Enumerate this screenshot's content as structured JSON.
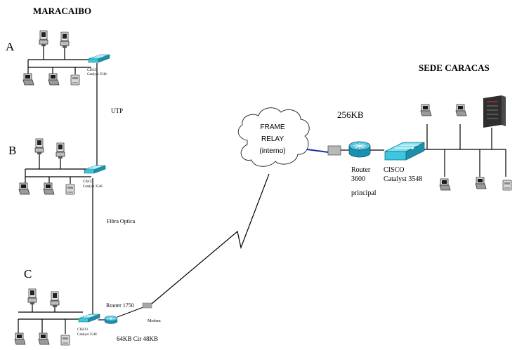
{
  "titles": {
    "maracaibo": "MARACAIBO",
    "caracas": "SEDE CARACAS"
  },
  "sites": {
    "a": "A",
    "b": "B",
    "c": "C"
  },
  "switch_labels": {
    "a": [
      "CISCO",
      "Catalyst 3548"
    ],
    "b": [
      "CISCO",
      "Catalyst 3548"
    ],
    "c": [
      "CISCO",
      "Catalyst 3548"
    ]
  },
  "links": {
    "utp": "UTP",
    "fibra": "Fibra Optica",
    "speed_caracas": "256KB",
    "speed_maracaibo": "64KB Cir 48KB"
  },
  "maracaibo_c": {
    "router": "Router 1750",
    "modem": "Modem"
  },
  "cloud": [
    "FRAME",
    "RELAY",
    "(interno)"
  ],
  "caracas": {
    "router_lines": [
      "Router",
      "3600"
    ],
    "principal": "principal",
    "switch_lines": [
      "CISCO",
      "Catalyst 3548"
    ]
  },
  "colors": {
    "switch_fill": "#3ec6e0",
    "switch_dark": "#1f8fa8",
    "router_fill": "#1d8fb0",
    "frame_link": "#1a2fa8",
    "device": "#6a6a6a"
  }
}
